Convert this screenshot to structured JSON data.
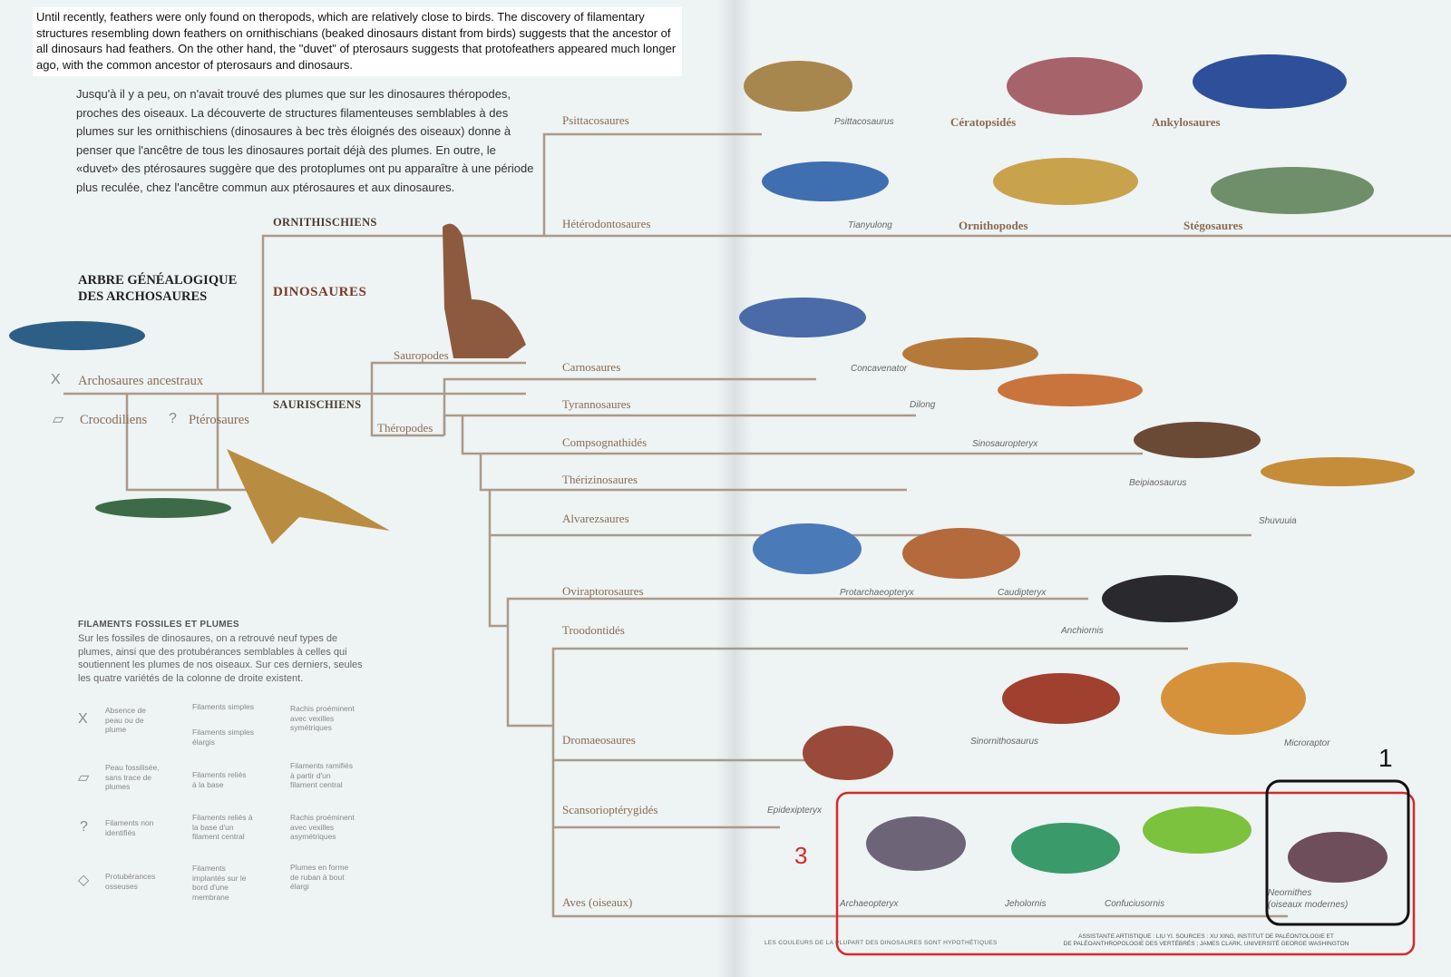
{
  "intro_en": "Until recently, feathers were only found on theropods, which are relatively close to birds. The discovery of filamentary structures resembling down feathers on ornithischians (beaked dinosaurs distant from birds) suggests that the ancestor of all dinosaurs had feathers.  On the other hand, the \"duvet\" of pterosaurs suggests that protofeathers appeared much longer ago, with the common ancestor of pterosaurs and dinosaurs.",
  "intro_fr": "Jusqu'à il y a peu, on n'avait trouvé des plumes que sur les dinosaures théropodes, proches des oiseaux. La découverte de structures filamenteuses semblables à des plumes sur les ornithischiens (dinosaures à bec très éloignés des oiseaux) donne à penser que l'ancêtre de tous les dinosaures portait déjà des plumes. En outre, le «duvet» des ptérosaures suggère que des protoplumes ont pu apparaître à une période plus reculée, chez l'ancêtre commun aux ptérosaures et aux dinosaures.",
  "title": [
    "ARBRE GÉNÉALOGIQUE",
    "DES ARCHOSAURES"
  ],
  "tree": {
    "ancestral": "Archosaures ancestraux",
    "crocodiles": "Crocodiliens",
    "pterosaurs": "Ptérosaures",
    "dinosaurs": "DINOSAURES",
    "ornithischians": "ORNITHISCHIENS",
    "saurischians": "SAURISCHIENS",
    "sauropods": "Sauropodes",
    "theropods": "Théropodes",
    "branches": {
      "psittacosaurs": "Psittacosaures",
      "heterodontosaurs": "Hétérodontosaures",
      "carnosaurs": "Carnosaures",
      "tyrannosaurs": "Tyrannosaures",
      "compsognathids": "Compsognathidés",
      "therizinosaurs": "Thérizinosaures",
      "alvarezsaurs": "Alvarezsaures",
      "oviraptorosaurs": "Oviraptorosaures",
      "troodontids": "Troodontidés",
      "dromaeosaurs": "Dromaeosaures",
      "scansoriopterygids": "Scansorioptérygidés",
      "birds": "Aves (oiseaux)"
    }
  },
  "groups": {
    "ceratopsids": "Cératopsidés",
    "ankylosaurs": "Ankylosaures",
    "ornithopods": "Ornithopodes",
    "stegosaurs": "Stégosaures"
  },
  "species": {
    "psittacosaurus": "Psittacosaurus",
    "tianyulong": "Tianyulong",
    "concavenator": "Concavenator",
    "dilong": "Dilong",
    "sinosauropteryx": "Sinosauropteryx",
    "beipiaosaurus": "Beipiaosaurus",
    "shuvuuia": "Shuvuuia",
    "protarchaeopteryx": "Protarchaeopteryx",
    "caudipteryx": "Caudipteryx",
    "anchiornis": "Anchiornis",
    "sinornithosaurus": "Sinornithosaurus",
    "microraptor": "Microraptor",
    "epidexipteryx": "Epidexipteryx",
    "archaeopteryx": "Archaeopteryx",
    "jeholornis": "Jeholornis",
    "confuciusornis": "Confuciusornis",
    "neornithes": "Neornithes",
    "neornithes_sub": "(oiseaux modernes)"
  },
  "legend": {
    "title": "FILAMENTS FOSSILES ET PLUMES",
    "text": "Sur les fossiles de dinosaures, on a retrouvé neuf types de plumes, ainsi que des protubérances semblables à celles qui soutiennent les plumes de nos oiseaux. Sur ces derniers, seules les quatre variétés de la colonne de droite existent.",
    "col1": [
      "Absence de peau ou de plume",
      "Peau fossilisée, sans trace de plumes",
      "Filaments non identifiés",
      "Protubérances osseuses"
    ],
    "col2": [
      "Filaments simples",
      "Filaments simples élargis",
      "Filaments reliés à la base",
      "Filaments reliés à la base d'un filament central",
      "Filaments implantés sur le bord d'une membrane"
    ],
    "col3": [
      "Rachis proéminent avec vexilles symétriques",
      "Filaments ramifiés à partir d'un filament central",
      "Rachis proéminent avec vexilles asymétriques",
      "Plumes en forme de ruban à bout élargi"
    ]
  },
  "footer": {
    "hypothetical": "LES COULEURS DE LA PLUPART DES DINOSAURES SONT HYPOTHÉTIQUES",
    "credits": [
      "ASSISTANTE ARTISTIQUE : LIU YI. SOURCES : XU XING, INSTITUT DE PALÉONTOLOGIE ET",
      "DE PALÉOANTHROPOLOGIE DES VERTÉBRÉS ; JAMES CLARK, UNIVERSITÉ GEORGE WASHINGTON"
    ]
  },
  "annotations": {
    "box1": "1",
    "box3": "3",
    "box1_color": "#111111",
    "box3_color": "#d42a2a"
  },
  "colors": {
    "branch": "#a89888",
    "label_brown": "#8a6b52"
  }
}
